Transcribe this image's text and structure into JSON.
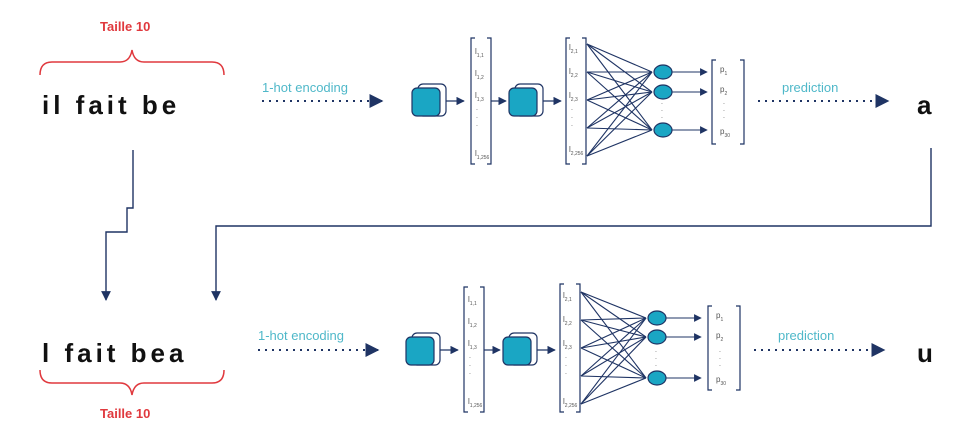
{
  "rows": [
    {
      "size_label": "Taille 10",
      "input_text": "il fait be",
      "encoding_label": "1-hot encoding",
      "prediction_label": "prediction",
      "output_char": "a",
      "layer1": {
        "first": "l",
        "first_sub": "1,1",
        "second": "l",
        "second_sub": "1,2",
        "third": "l",
        "third_sub": "1,3",
        "last": "l",
        "last_sub": "1,256"
      },
      "layer2": {
        "first": "l",
        "first_sub": "2,1",
        "second": "l",
        "second_sub": "2,2",
        "third": "l",
        "third_sub": "2,3",
        "last": "l",
        "last_sub": "2,256"
      },
      "probs": {
        "first": "p",
        "first_sub": "1",
        "second": "p",
        "second_sub": "2",
        "last": "p",
        "last_sub": "30"
      }
    },
    {
      "size_label": "Taille 10",
      "input_text": "l fait bea",
      "encoding_label": "1-hot encoding",
      "prediction_label": "prediction",
      "output_char": "u",
      "layer1": {
        "first": "l",
        "first_sub": "1,1",
        "second": "l",
        "second_sub": "1,2",
        "third": "l",
        "third_sub": "1,3",
        "last": "l",
        "last_sub": "1,256"
      },
      "layer2": {
        "first": "l",
        "first_sub": "2,1",
        "second": "l",
        "second_sub": "2,2",
        "third": "l",
        "third_sub": "2,3",
        "last": "l",
        "last_sub": "2,256"
      },
      "probs": {
        "first": "p",
        "first_sub": "1",
        "second": "p",
        "second_sub": "2",
        "last": "p",
        "last_sub": "30"
      }
    }
  ],
  "colors": {
    "accent_red": "#e0393e",
    "teal_text": "#4fb8c9",
    "node_fill": "#1aa6c4",
    "arrow": "#1f3464"
  }
}
